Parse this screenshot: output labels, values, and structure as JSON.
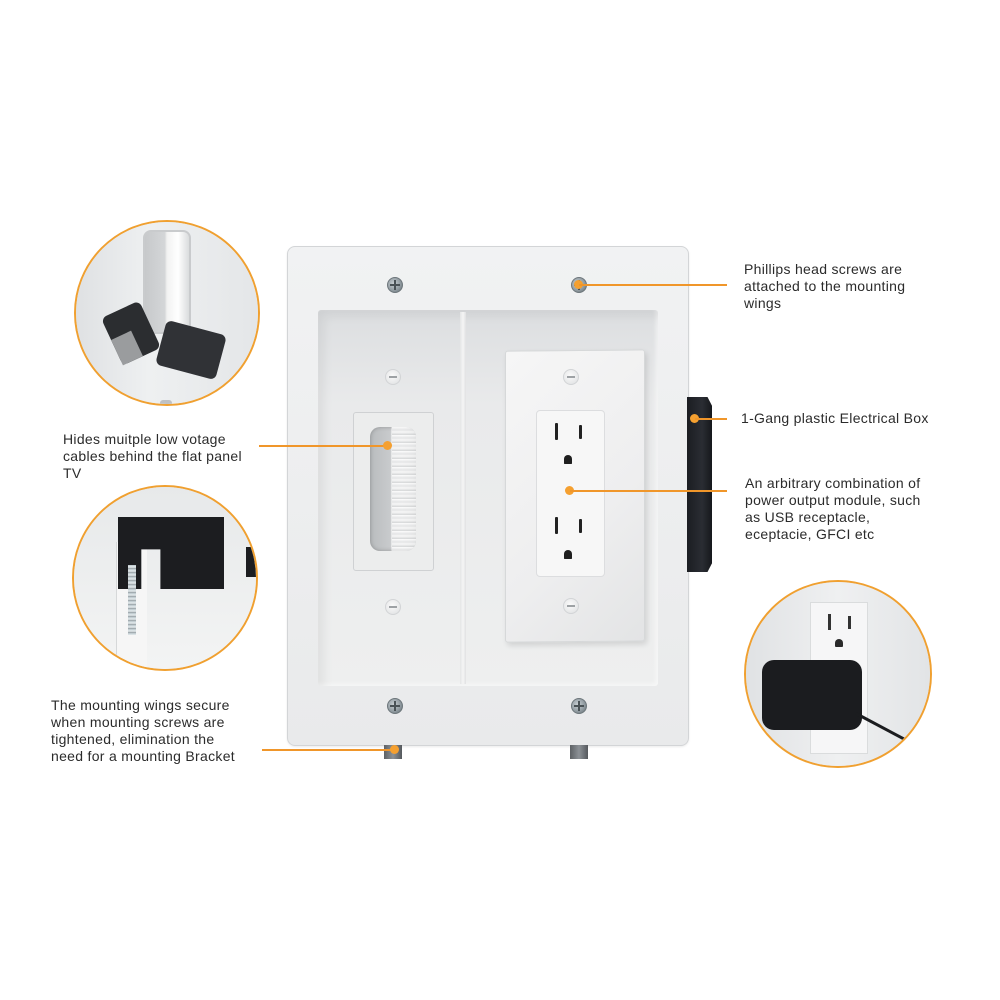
{
  "product": {
    "name": "Recessed two-gang wall plate with brush cable pass-through and duplex receptacle"
  },
  "callouts": [
    {
      "id": "phillips-screws",
      "text": "Phillips head screws are\nattached to the mounting\nwings"
    },
    {
      "id": "electrical-box",
      "text": "1-Gang plastic Electrical Box"
    },
    {
      "id": "power-module",
      "text": "An arbitrary combination of\npower output module, such\nas USB receptacle,\neceptacie, GFCI etc"
    },
    {
      "id": "cable-pass-through",
      "text": "Hides muitple low votage\ncables behind the flat panel\nTV"
    },
    {
      "id": "mounting-wings",
      "text": "The mounting wings secure\nwhen mounting screws are\ntightened, elimination the\nneed for a mounting Bracket"
    }
  ],
  "insets": [
    {
      "id": "inset-cables",
      "subject": "ethernet and HDMI cables through brush opening"
    },
    {
      "id": "inset-wing",
      "subject": "black mounting wing with spring screw"
    },
    {
      "id": "inset-plug",
      "subject": "power adapter plugged into outlet"
    }
  ],
  "colors": {
    "accent": "#f0962a",
    "plate": "#eeeff0",
    "text": "#2b2b2b",
    "box": "#1f2126"
  }
}
